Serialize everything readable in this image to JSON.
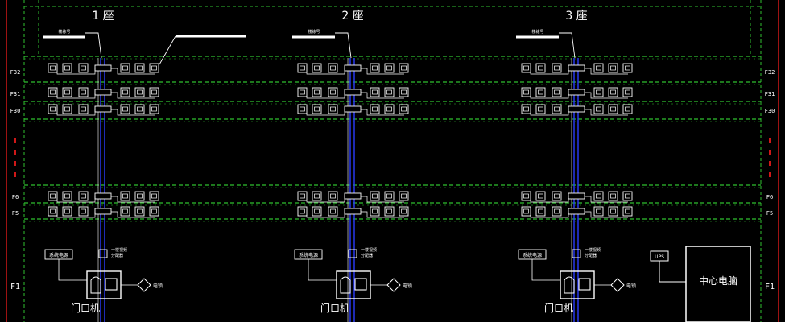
{
  "colors": {
    "background": "#000000",
    "floor_line": "#2fbf2f",
    "frame_line": "#d01818",
    "riser": "#2b3cff",
    "symbol": "#ffffff"
  },
  "towers": [
    {
      "id": "t1",
      "title": "1 座",
      "label_tag": "楼栋号"
    },
    {
      "id": "t2",
      "title": "2 座",
      "label_tag": "楼栋号"
    },
    {
      "id": "t3",
      "title": "3 座",
      "label_tag": "楼栋号"
    }
  ],
  "floors": [
    {
      "id": "f32",
      "label": "F32"
    },
    {
      "id": "f31",
      "label": "F31"
    },
    {
      "id": "f30",
      "label": "F30"
    },
    {
      "id": "f6",
      "label": "F6"
    },
    {
      "id": "f5",
      "label": "F5"
    },
    {
      "id": "f1",
      "label": "F1"
    }
  ],
  "lobby": {
    "power_label": "系统电源",
    "distributor_label": "一楼视频分配器",
    "door_unit_label": "门口机",
    "lock_label": "电锁",
    "ups_label": "UPS",
    "center_pc_label": "中心电脑"
  }
}
